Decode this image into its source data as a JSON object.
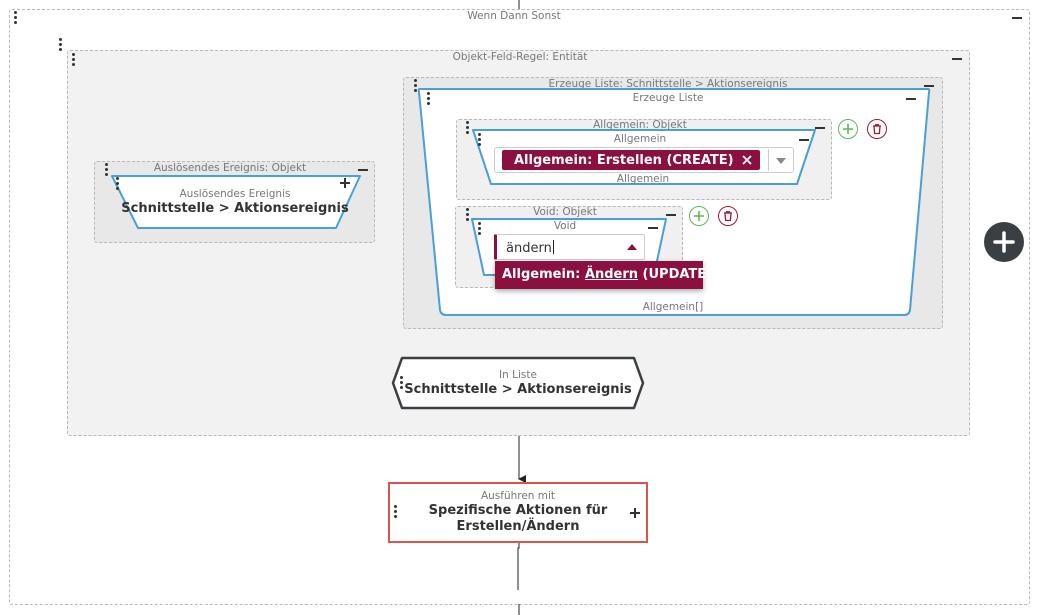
{
  "outer": {
    "title": "Wenn Dann Sonst"
  },
  "rule": {
    "title": "Objekt-Feld-Regel: Entität"
  },
  "trigger": {
    "outer_title": "Auslösendes Ereignis: Objekt",
    "subtitle": "Auslösendes Ereignis",
    "title": "Schnittstelle > Aktionsereignis"
  },
  "list_gen": {
    "outer_title": "Erzeuge Liste: Schnittstelle > Aktionsereignis",
    "inner_title": "Erzeuge Liste",
    "footer": "Allgemein[]"
  },
  "general_obj": {
    "outer_title": "Allgemein: Objekt",
    "inner_title": "Allgemein",
    "selected_tag": "Allgemein: Erstellen (CREATE)",
    "footer": "Allgemein"
  },
  "void_obj": {
    "outer_title": "Void: Objekt",
    "inner_title": "Void",
    "input_value": "ändern",
    "suggestion_prefix": "Allgemein: ",
    "suggestion_match": "Ändern",
    "suggestion_suffix": " (UPDATE)"
  },
  "in_list": {
    "subtitle": "In Liste",
    "title": "Schnittstelle > Aktionsereignis"
  },
  "execute": {
    "subtitle": "Ausführen mit",
    "title_line1": "Spezifische Aktionen für",
    "title_line2": "Erstellen/Ändern"
  },
  "colors": {
    "accent_blue": "#4a9fd8",
    "tag_bg": "#8b0f3f",
    "execute_border": "#d9534f",
    "dark": "#3a3f44",
    "green": "#5cb85c",
    "red": "#9b1b30"
  },
  "icons": [
    "drag-handle-icon",
    "minus-icon",
    "plus-icon",
    "close-icon",
    "chevron-down-icon",
    "chevron-up-icon",
    "add-circle-icon",
    "trash-icon"
  ]
}
